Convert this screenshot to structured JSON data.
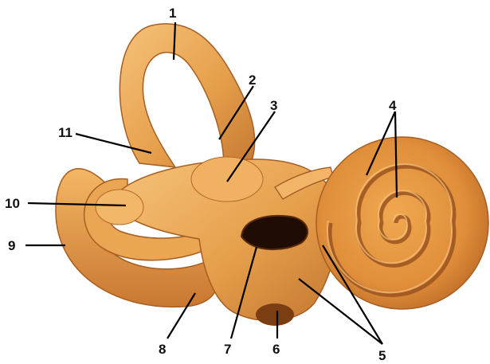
{
  "labels": {
    "l1": "1",
    "l2": "2",
    "l3": "3",
    "l4": "4",
    "l5": "5",
    "l6": "6",
    "l7": "7",
    "l8": "8",
    "l9": "9",
    "l10": "10",
    "l11": "11"
  },
  "colors": {
    "background": "#ffffff",
    "bone_light": "#f4b866",
    "bone_mid": "#e29a45",
    "bone_dark": "#b8692a",
    "shadow": "#7a3e12",
    "window": "#1e0c05",
    "leader": "#000000"
  }
}
